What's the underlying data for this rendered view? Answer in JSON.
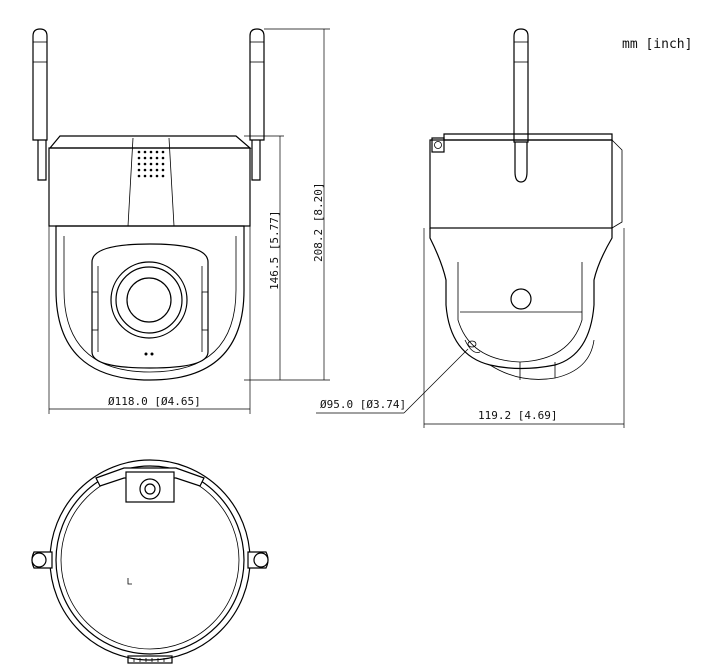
{
  "units_label": "mm [inch]",
  "dimensions": {
    "height_total": "208.2 [8.20]",
    "height_body": "146.5 [5.77]",
    "dome_diameter": "Ø118.0 [Ø4.65]",
    "lens_diameter": "Ø95.0 [Ø3.74]",
    "depth": "119.2 [4.69]"
  }
}
